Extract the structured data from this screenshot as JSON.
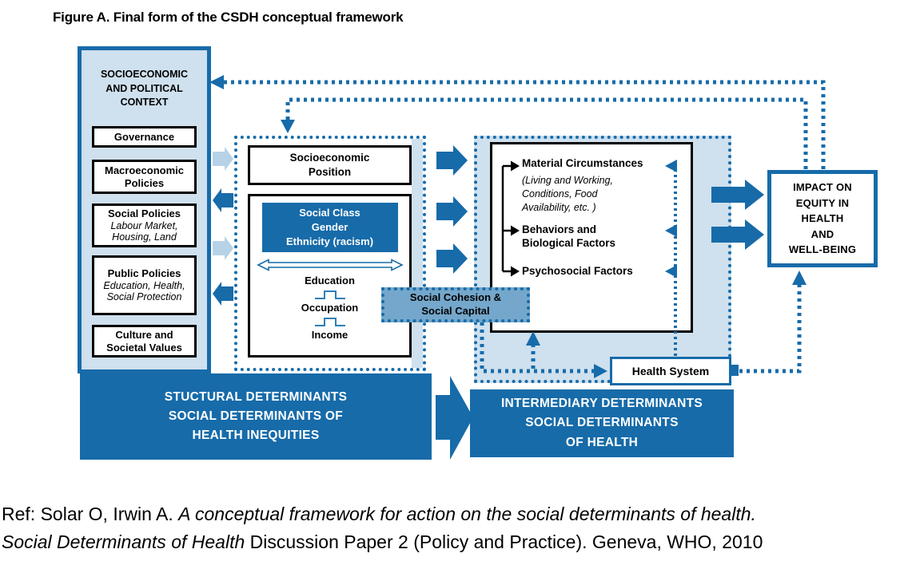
{
  "figure_title": "Figure A. Final form of the CSDH conceptual framework",
  "colors": {
    "dark_blue": "#176ba9",
    "light_blue": "#cfe0ee",
    "mid_blue": "#74a7cb",
    "pale_arrow_blue": "#b7d2e6"
  },
  "context_panel": {
    "header": "SOCIOECONOMIC\nAND POLITICAL\nCONTEXT",
    "items": [
      {
        "title": "Governance",
        "subtitle": ""
      },
      {
        "title": "Macroeconomic\nPolicies",
        "subtitle": ""
      },
      {
        "title": "Social Policies",
        "subtitle": "Labour Market,\nHousing, Land"
      },
      {
        "title": "Public Policies",
        "subtitle": "Education, Health,\nSocial Protection"
      },
      {
        "title": "Culture and\nSocietal Values",
        "subtitle": ""
      }
    ]
  },
  "position_panel": {
    "top_box": "Socioeconomic\nPosition",
    "identity_box": "Social Class\nGender\nEthnicity (racism)",
    "ladder": [
      "Education",
      "Occupation",
      "Income"
    ]
  },
  "cohesion_box": "Social Cohesion &\nSocial Capital",
  "intermediary_panel": {
    "material_title": "Material Circumstances",
    "material_subtitle": "(Living and Working,\nConditions, Food\nAvailability, etc. )",
    "behaviors": "Behaviors and\nBiological Factors",
    "psychosocial": "Psychosocial Factors",
    "health_system": "Health System"
  },
  "impact_box": "IMPACT ON\nEQUITY IN\nHEALTH\nAND\nWELL-BEING",
  "banners": {
    "structural": "STUCTURAL DETERMINANTS\nSOCIAL DETERMINANTS OF\nHEALTH INEQUITIES",
    "intermediary": "INTERMEDIARY DETERMINANTS\nSOCIAL DETERMINANTS\nOF HEALTH"
  },
  "reference": {
    "prefix": "Ref: Solar O, Irwin A. ",
    "italic_title": "A conceptual framework for action on the social determinants of health.",
    "italic_series": "Social Determinants of Health",
    "suffix": " Discussion Paper 2 (Policy and Practice). Geneva, WHO, 2010"
  }
}
